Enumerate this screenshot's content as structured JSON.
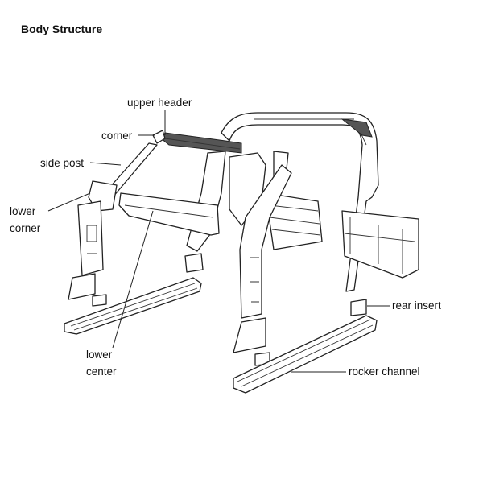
{
  "title": "Body Structure",
  "labels": {
    "upper_header": "upper header",
    "corner": "corner",
    "side_post": "side post",
    "lower_corner_1": "lower",
    "lower_corner_2": "corner",
    "lower_center_1": "lower",
    "lower_center_2": "center",
    "rear_insert": "rear insert",
    "rocker_channel": "rocker channel"
  }
}
